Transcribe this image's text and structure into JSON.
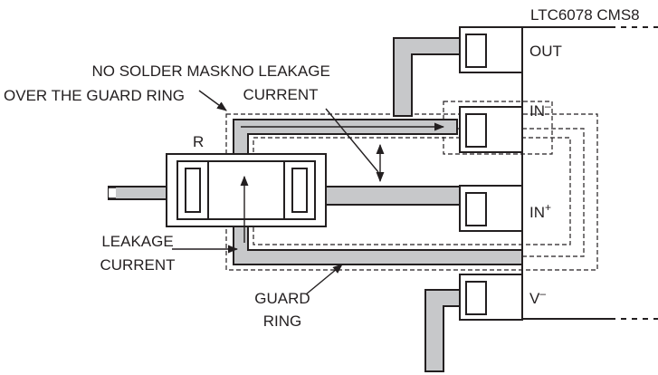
{
  "labels": {
    "chip": "LTC6078 CMS8",
    "out": "OUT",
    "in_minus": "IN",
    "in_minus_sup": "–",
    "in_plus": "IN",
    "in_plus_sup": "+",
    "v_minus": "V",
    "v_minus_sup": "–",
    "resistor": "R",
    "no_solder_line1": "NO SOLDER MASK",
    "no_solder_line2": "OVER THE GUARD RING",
    "no_leak_line1": "NO LEAKAGE",
    "no_leak_line2": "CURRENT",
    "leak_line1": "LEAKAGE",
    "leak_line2": "CURRENT",
    "guard_line1": "GUARD",
    "guard_line2": "RING"
  }
}
